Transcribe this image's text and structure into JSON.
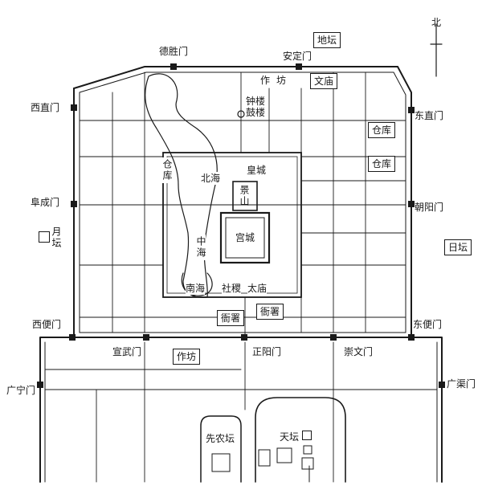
{
  "north": "北",
  "gates": {
    "deshengmen": "德胜门",
    "andingmen": "安定门",
    "xizhimen": "西直门",
    "dongzhimen": "东直门",
    "fuchengmen": "阜成门",
    "chaoyangmen": "朝阳门",
    "xibianmen": "西便门",
    "dongbianmen": "东便门",
    "xuanwumen": "宣武门",
    "zhengyangmen": "正阳门",
    "chongwenmen": "崇文门",
    "guangningmen": "广宁门",
    "guangqumen": "广渠门"
  },
  "places": {
    "ditan": "地坛",
    "zuofang_north": "作坊",
    "wenmiao": "文庙",
    "zhonglou": "钟楼",
    "gulou": "鼓楼",
    "cangku_e1": "仓库",
    "cangku_e2": "仓库",
    "cangku_w": "仓库",
    "beihai": "北海",
    "huangcheng": "皇城",
    "jingshan": "景山",
    "gongcheng": "宫城",
    "yuetan": "月坛",
    "ritan": "日坛",
    "zhonghai": "中海",
    "nanhai": "南海",
    "sheji": "社稷",
    "taimiao": "太庙",
    "yashu_w": "衙署",
    "yashu_e": "衙署",
    "zuofang_south": "作坊",
    "xiannongtan": "先农坛",
    "tiantan": "天坛"
  },
  "colors": {
    "ink": "#1a1a1a",
    "paper": "#ffffff"
  }
}
